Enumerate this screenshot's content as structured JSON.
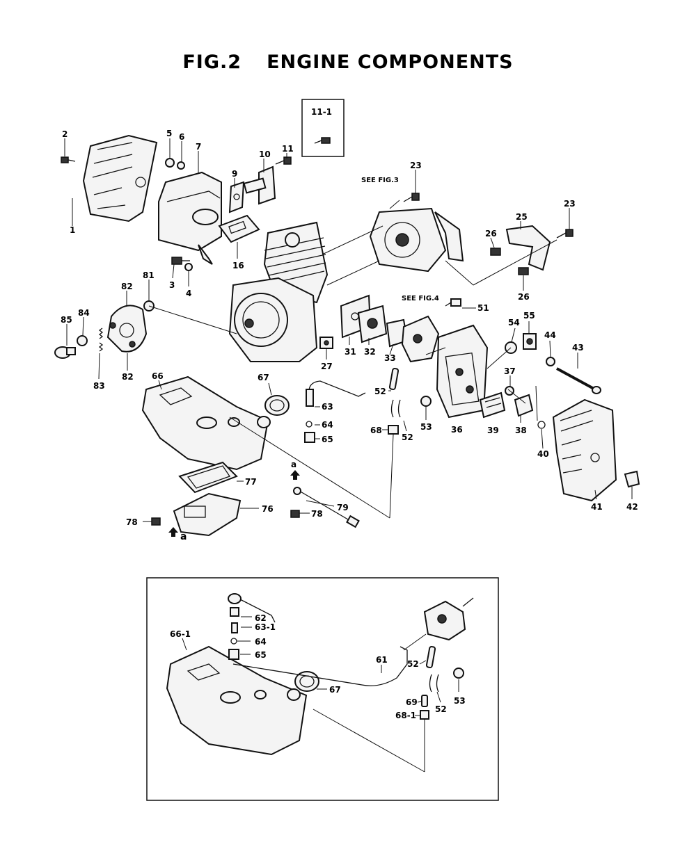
{
  "title": {
    "fig": "FIG.2",
    "name": "ENGINE COMPONENTS"
  },
  "refs": {
    "fig3": "SEE FIG.3",
    "fig4": "SEE FIG.4"
  },
  "arrow_letter": "a",
  "labels": {
    "p1": "1",
    "p2": "2",
    "p3": "3",
    "p4": "4",
    "p5": "5",
    "p6": "6",
    "p7": "7",
    "p9": "9",
    "p10": "10",
    "p11": "11",
    "p11_1": "11-1",
    "p16": "16",
    "p23a": "23",
    "p23b": "23",
    "p25": "25",
    "p26a": "26",
    "p26b": "26",
    "p27": "27",
    "p31": "31",
    "p32": "32",
    "p33": "33",
    "p36": "36",
    "p37": "37",
    "p38": "38",
    "p39": "39",
    "p40": "40",
    "p41": "41",
    "p42": "42",
    "p43": "43",
    "p44": "44",
    "p51": "51",
    "p52a": "52",
    "p52b": "52",
    "p53": "53",
    "p54": "54",
    "p55": "55",
    "p63": "63",
    "p64": "64",
    "p65": "65",
    "p66": "66",
    "p67": "67",
    "p68": "68",
    "p76": "76",
    "p77": "77",
    "p78a": "78",
    "p78b": "78",
    "p79": "79",
    "p81": "81",
    "p82a": "82",
    "p82b": "82",
    "p83": "83",
    "p84": "84",
    "p85": "85",
    "i52a": "52",
    "i52b": "52",
    "i53": "53",
    "i61": "61",
    "i62": "62",
    "i63_1": "63-1",
    "i64": "64",
    "i65": "65",
    "i66_1": "66-1",
    "i67": "67",
    "i68_1": "68-1",
    "i69": "69"
  }
}
